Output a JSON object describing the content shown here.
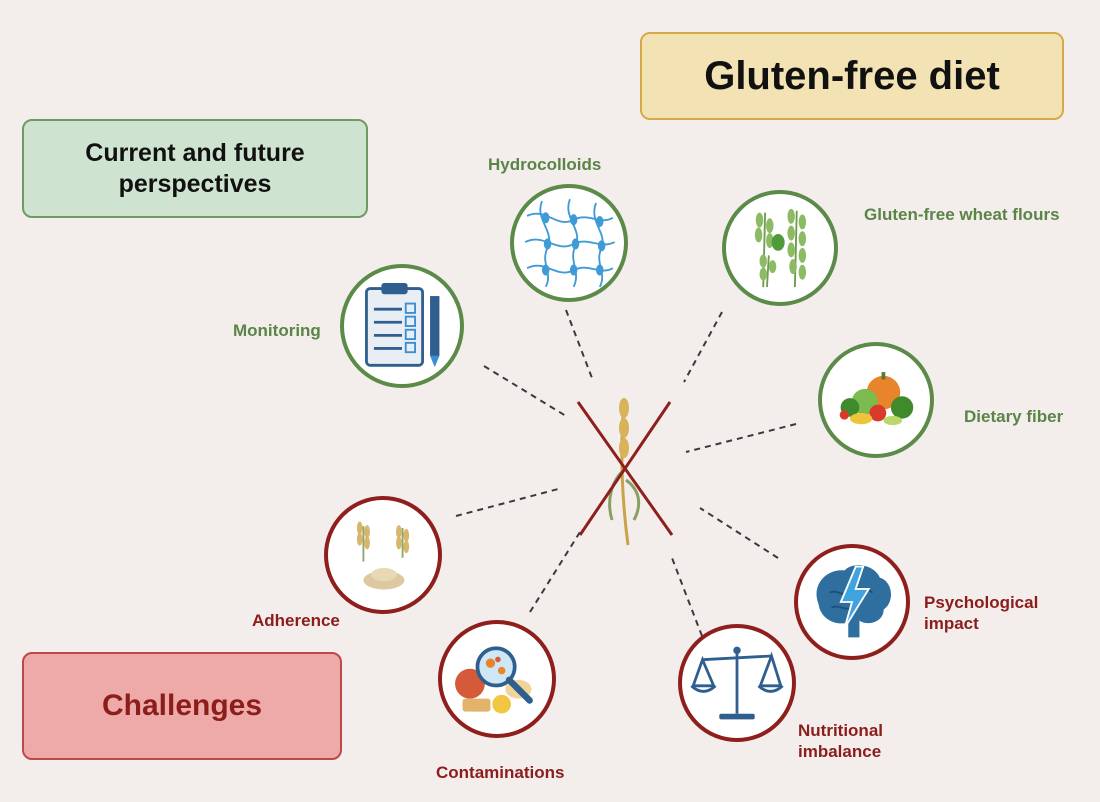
{
  "title": "Gluten-free diet",
  "perspectives_heading": "Current and future perspectives",
  "challenges_heading": "Challenges",
  "perspectives": {
    "hydrocolloids": "Hydrocolloids",
    "gluten_free_wheat_flours": "Gluten-free wheat flours",
    "dietary_fiber": "Dietary fiber",
    "monitoring": "Monitoring"
  },
  "challenges": {
    "adherence": "Adherence",
    "contaminations": "Contaminations",
    "nutritional_imbalance": "Nutritional imbalance",
    "psychological_impact": "Psychological impact"
  },
  "colors": {
    "background": "#f3eeec",
    "title_fill": "#f3e2b4",
    "title_border": "#d4a94a",
    "perspectives_fill": "#cfe3d1",
    "perspectives_border": "#6f9a64",
    "challenges_fill": "#eeaaa8",
    "challenges_border": "#b94a48",
    "green_text": "#5b8447",
    "red_text": "#8b1d1b"
  },
  "icons": {
    "center": "crossed-wheat-icon",
    "hydrocolloids": "polymer-network-icon",
    "gluten_free_wheat_flours": "grain-plants-icon",
    "dietary_fiber": "vegetables-icon",
    "monitoring": "clipboard-checklist-icon",
    "adherence": "cereal-grains-icon",
    "contaminations": "food-magnifier-icon",
    "nutritional_imbalance": "balance-scale-icon",
    "psychological_impact": "brain-lightning-icon"
  }
}
